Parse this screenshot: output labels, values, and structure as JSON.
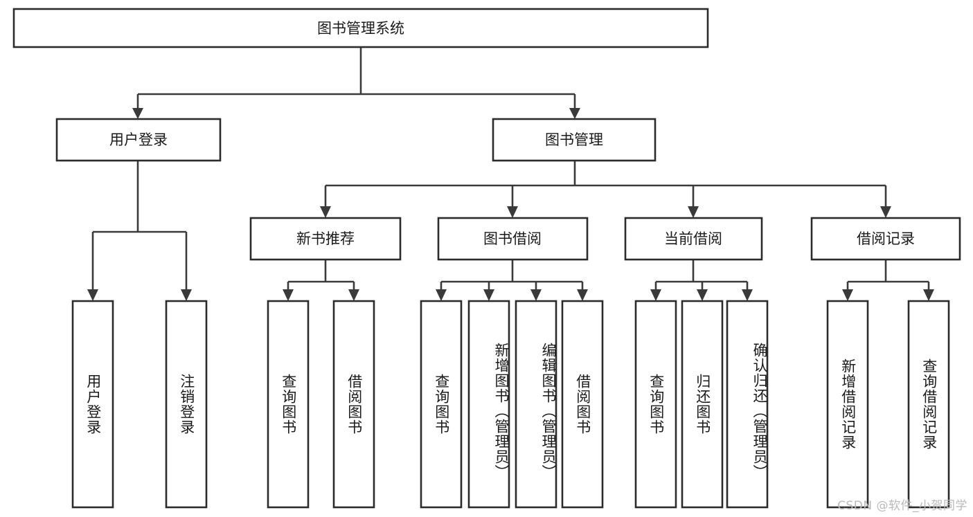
{
  "diagram": {
    "type": "tree-hierarchy",
    "title": "图书管理系统",
    "watermark": "CSDN @软件_小贺同学",
    "colors": {
      "box_stroke": "#2b2b2b",
      "box_fill": "#ffffff",
      "connector": "#3a3a3a",
      "text": "#1a1a1a",
      "watermark": "#b9b9b9",
      "background": "#ffffff"
    },
    "root": {
      "label": "图书管理系统",
      "orientation": "horizontal"
    },
    "level2": [
      {
        "label": "用户登录",
        "orientation": "horizontal"
      },
      {
        "label": "图书管理",
        "orientation": "horizontal"
      }
    ],
    "level3": [
      {
        "label": "新书推荐",
        "orientation": "horizontal",
        "parent": "图书管理"
      },
      {
        "label": "图书借阅",
        "orientation": "horizontal",
        "parent": "图书管理"
      },
      {
        "label": "当前借阅",
        "orientation": "horizontal",
        "parent": "图书管理"
      },
      {
        "label": "借阅记录",
        "orientation": "horizontal",
        "parent": "图书管理"
      }
    ],
    "leaves": {
      "用户登录": [
        {
          "label": "用户登录",
          "orientation": "vertical"
        },
        {
          "label": "注销登录",
          "orientation": "vertical"
        }
      ],
      "新书推荐": [
        {
          "label": "查询图书",
          "orientation": "vertical"
        },
        {
          "label": "借阅图书",
          "orientation": "vertical"
        }
      ],
      "图书借阅": [
        {
          "label": "查询图书",
          "orientation": "vertical"
        },
        {
          "label": "新增图书（管理员）",
          "orientation": "vertical"
        },
        {
          "label": "编辑图书（管理员）",
          "orientation": "vertical"
        },
        {
          "label": "借阅图书",
          "orientation": "vertical"
        }
      ],
      "当前借阅": [
        {
          "label": "查询图书",
          "orientation": "vertical"
        },
        {
          "label": "归还图书",
          "orientation": "vertical"
        },
        {
          "label": "确认归还（管理员）",
          "orientation": "vertical"
        }
      ],
      "借阅记录": [
        {
          "label": "新增借阅记录",
          "orientation": "vertical"
        },
        {
          "label": "查询借阅记录",
          "orientation": "vertical"
        }
      ]
    },
    "flat_labels": {
      "root": "图书管理系统",
      "l2_0": "用户登录",
      "l2_1": "图书管理",
      "l3_0": "新书推荐",
      "l3_1": "图书借阅",
      "l3_2": "当前借阅",
      "l3_3": "借阅记录",
      "g1_0": "用户登录",
      "g1_1": "注销登录",
      "g2_0": "查询图书",
      "g2_1": "借阅图书",
      "g3_0": "查询图书",
      "g3_1": "新增图书（管理员）",
      "g3_2": "编辑图书（管理员）",
      "g3_3": "借阅图书",
      "g4_0": "查询图书",
      "g4_1": "归还图书",
      "g4_2": "确认归还（管理员）",
      "g5_0": "新增借阅记录",
      "g5_1": "查询借阅记录"
    }
  }
}
